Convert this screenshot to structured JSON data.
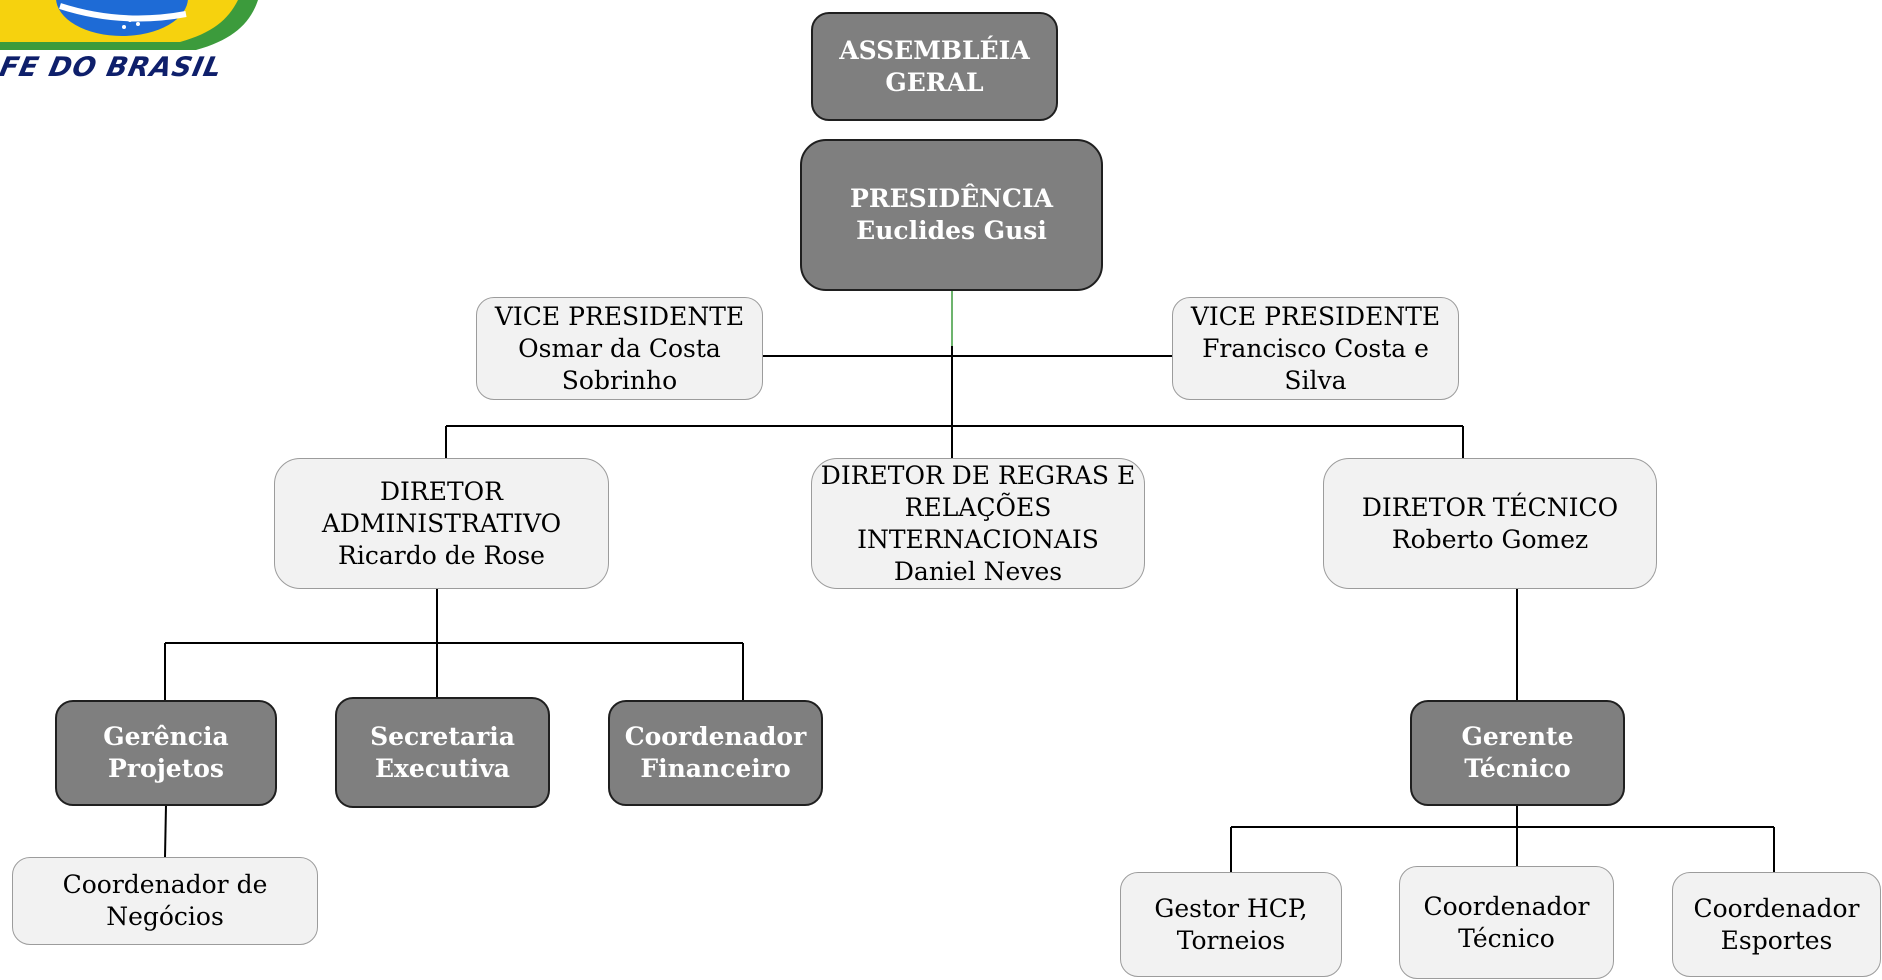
{
  "logo": {
    "text": "FE DO BRASIL",
    "colors": {
      "green": "#3c9b3c",
      "yellow": "#f6d20e",
      "blue": "#1e6bd6",
      "navy": "#0e1f6b"
    }
  },
  "nodes": {
    "assembleia": [
      "ASSEMBLÉIA",
      "GERAL"
    ],
    "presidencia": [
      "PRESIDÊNCIA",
      "Euclides Gusi"
    ],
    "vice_left": [
      "VICE PRESIDENTE",
      "Osmar da Costa",
      "Sobrinho"
    ],
    "vice_right": [
      "VICE PRESIDENTE",
      "Francisco Costa e",
      "Silva"
    ],
    "dir_admin": [
      "DIRETOR",
      "ADMINISTRATIVO",
      "Ricardo de Rose"
    ],
    "dir_regras": [
      "DIRETOR DE REGRAS E",
      "RELAÇÕES",
      "INTERNACIONAIS",
      "Daniel Neves"
    ],
    "dir_tecnico": [
      "DIRETOR TÉCNICO",
      "Roberto Gomez"
    ],
    "gerencia_projetos": [
      "Gerência",
      "Projetos"
    ],
    "secretaria": [
      "Secretaria",
      "Executiva"
    ],
    "coord_financeiro": [
      "Coordenador",
      "Financeiro"
    ],
    "coord_negocios": [
      "Coordenador de",
      "Negócios"
    ],
    "gerente_tecnico": [
      "Gerente",
      "Técnico"
    ],
    "gestor_hcp": [
      "Gestor HCP,",
      "Torneios"
    ],
    "coord_tecnico": [
      "Coordenador",
      "Técnico"
    ],
    "coord_esportes": [
      "Coordenador",
      "Esportes"
    ]
  },
  "colors": {
    "dark_box": "#7f7f7f",
    "light_box": "#f2f2f2",
    "connector": "#000000",
    "accent_connector": "#3c9b3c"
  }
}
